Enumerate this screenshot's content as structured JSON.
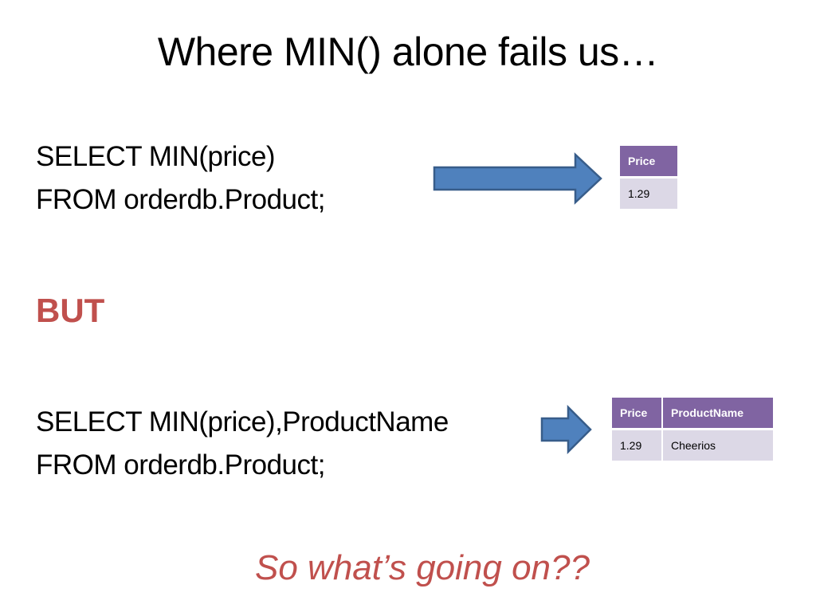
{
  "slide": {
    "title": "Where MIN() alone fails us…",
    "query1": {
      "line1": "SELECT MIN(price)",
      "line2": "FROM orderdb.Product;"
    },
    "but_label": "BUT",
    "query2": {
      "line1": "SELECT MIN(price),ProductName",
      "line2": "FROM orderdb.Product;"
    },
    "result1": {
      "headers": [
        "Price"
      ],
      "rows": [
        [
          "1.29"
        ]
      ]
    },
    "result2": {
      "headers": [
        "Price",
        "ProductName"
      ],
      "rows": [
        [
          "1.29",
          "Cheerios"
        ]
      ]
    },
    "question": "So what’s going on??"
  },
  "colors": {
    "accent_red": "#c0504d",
    "arrow_fill": "#4f81bd",
    "arrow_stroke": "#385d8a",
    "table_header": "#8064a2",
    "table_cell": "#dcd8e6"
  },
  "icons": {
    "arrow": "right-arrow-icon"
  }
}
